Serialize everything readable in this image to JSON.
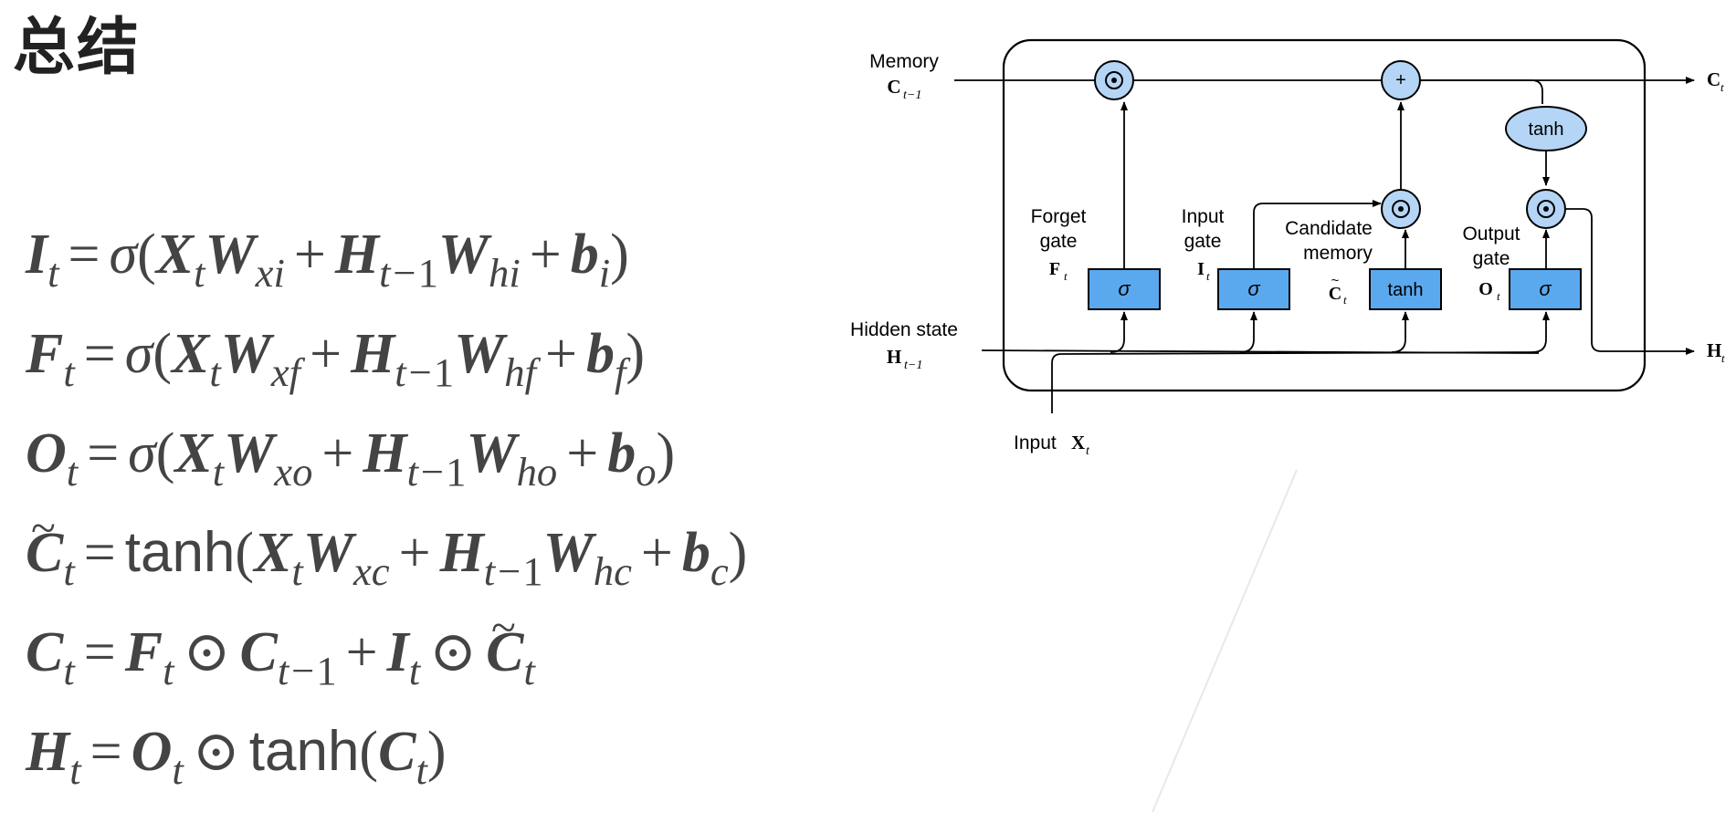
{
  "slide": {
    "title": "总结"
  },
  "equations": {
    "op_eq": "=",
    "op_plus": "+",
    "op_hadamard": "⊙",
    "sigma": "σ",
    "tanh": "tanh",
    "lparen": "(",
    "rparen": ")",
    "var_I": "I",
    "var_F": "F",
    "var_O": "O",
    "var_C": "C",
    "var_H": "H",
    "var_X": "X",
    "var_W": "W",
    "var_b": "b",
    "sub_t": "t",
    "sub_tminus": "t−",
    "one": "1",
    "sub_xi": "xi",
    "sub_hi": "hi",
    "sub_i": "i",
    "sub_xf": "xf",
    "sub_hf": "hf",
    "sub_f": "f",
    "sub_xo": "xo",
    "sub_ho": "ho",
    "sub_o": "o",
    "sub_xc": "xc",
    "sub_hc": "hc",
    "sub_c": "c"
  },
  "diagram": {
    "memory_label": "Memory",
    "memory_var": "C",
    "memory_sub": "t−1",
    "hidden_label": "Hidden state",
    "hidden_var": "H",
    "hidden_sub": "t−1",
    "input_label": "Input",
    "input_var": "X",
    "input_sub": "t",
    "out_c_var": "C",
    "out_c_sub": "t",
    "out_h_var": "H",
    "out_h_sub": "t",
    "forget_gate_line1": "Forget",
    "forget_gate_line2": "gate",
    "forget_gate_var": "F",
    "forget_gate_sub": "t",
    "input_gate_line1": "Input",
    "input_gate_line2": "gate",
    "input_gate_var": "I",
    "input_gate_sub": "t",
    "candidate_line1": "Candidate",
    "candidate_line2": "memory",
    "candidate_var": "C",
    "candidate_sub": "t",
    "candidate_tilde": "~",
    "output_gate_line1": "Output",
    "output_gate_line2": "gate",
    "output_gate_var": "O",
    "output_gate_sub": "t",
    "sigma_label": "σ",
    "tanh_label": "tanh",
    "plus_label": "+",
    "box_fill": "#5aa9ee",
    "node_fill": "#b4d5f5"
  }
}
